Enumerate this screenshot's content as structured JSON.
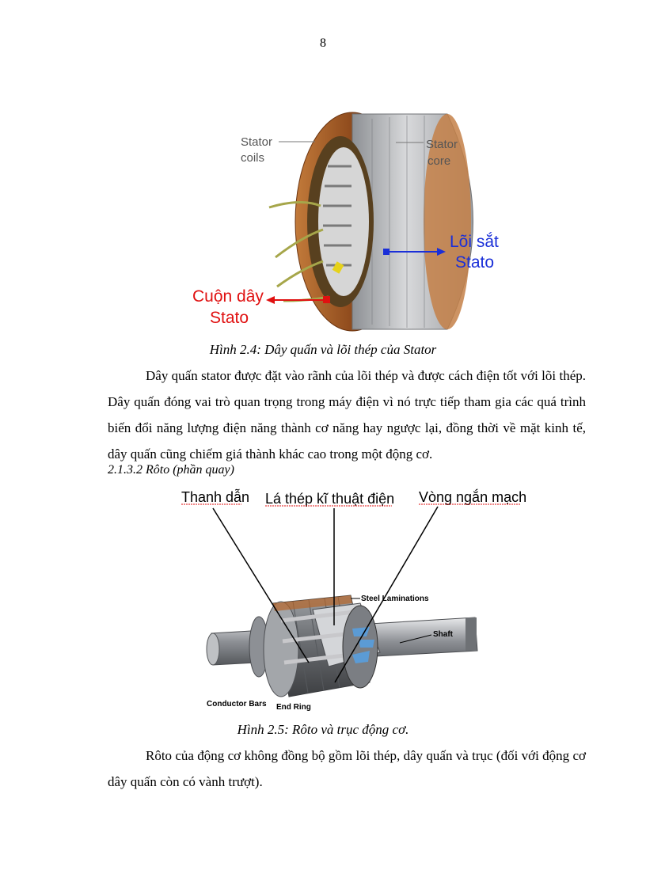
{
  "page_number": "8",
  "figure1": {
    "labels": {
      "stator_coils": [
        "Stator",
        "coils"
      ],
      "stator_core": [
        "Stator",
        "core"
      ],
      "loi_sat": [
        "Lõi sắt",
        "Stato"
      ],
      "cuon_day": [
        "Cuộn  dây",
        "Stato"
      ]
    },
    "caption": "Hình 2.4: Dây quấn và lõi thép của Stator"
  },
  "paragraph1": "Dây quấn stator được đặt vào rãnh của lõi thép và được cách điện tốt với lõi thép. Dây quấn đóng vai trò quan trọng trong máy điện vì nó trực tiếp tham gia các quá trình biến đổi năng lượng điện năng thành cơ năng hay ngược lại, đồng thời về mặt kinh tế, dây quấn cũng chiếm giá thành khác cao trong một động cơ.",
  "section_heading": "2.1.3.2 Rôto (phần quay)",
  "figure2": {
    "labels": {
      "thanh_dan": "Thanh dẫn",
      "la_thep": "Lá thép kĩ thuật điện",
      "vong_ngan_mach": "Vòng ngắn mạch",
      "steel_laminations": "Steel Laminations",
      "shaft": "Shaft",
      "conductor_bars": "Conductor Bars",
      "end_ring": "End Ring"
    },
    "caption": "Hình 2.5: Rôto và trục động cơ."
  },
  "paragraph2": "Rôto của động cơ không đồng bộ gồm lõi thép, dây quấn và trục (đối với động cơ dây quấn còn có vành trượt).",
  "colors": {
    "red_label": "#e01010",
    "blue_label": "#1a2fd8",
    "copper": "#b5652a",
    "steel": "#a9abae"
  }
}
